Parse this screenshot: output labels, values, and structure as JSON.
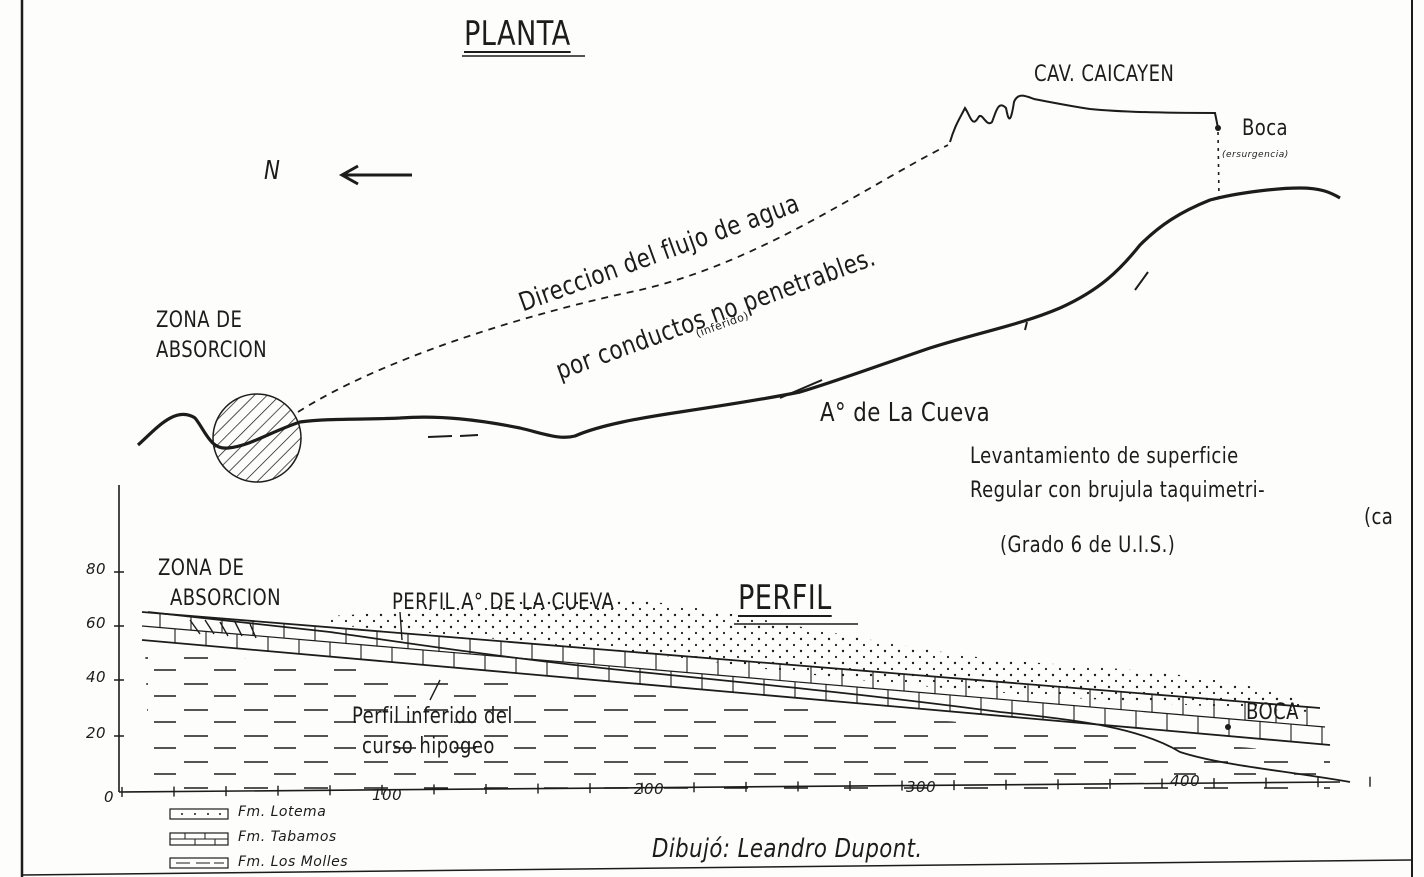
{
  "plan": {
    "title": "PLANTA",
    "north_label": "N",
    "cave_name": "CAV. CAICAYEN",
    "entrance": "Boca",
    "entrance_note": "(ersurgencia)",
    "flow_line1": "Direccion del flujo de agua",
    "flow_line2": "por conductos no penetrables.",
    "flow_note": "(inferido)",
    "absorption_zone_line1": "ZONA DE",
    "absorption_zone_line2": "ABSORCION",
    "stream_name": "A° de La Cueva",
    "survey_line1": "Levantamiento de superficie",
    "survey_line2": "Regular con brujula taquimetri-",
    "survey_line3": "(ca",
    "survey_grade": "(Grado 6 de U.I.S.)"
  },
  "profile": {
    "title": "PERFIL",
    "absorption_zone_line1": "ZONA DE",
    "absorption_zone_line2": "ABSORCION",
    "stream_profile": "PERFIL A° DE LA CUEVA",
    "inferred_line1": "Perfil inferido del",
    "inferred_line2": "curso hipogeo",
    "entrance": "BOCA",
    "y_ticks": [
      "80",
      "60",
      "40",
      "20",
      "0"
    ],
    "x_ticks": [
      "100",
      "200",
      "300",
      "400"
    ]
  },
  "legend": [
    {
      "label": "Fm. Lotema",
      "pattern": "dotted"
    },
    {
      "label": "Fm. Tabamos",
      "pattern": "brick"
    },
    {
      "label": "Fm. Los Molles",
      "pattern": "dashed"
    }
  ],
  "credit": "Dibujó: Leandro Dupont.",
  "colors": {
    "ink": "#1c1c1c",
    "paper": "#fdfdfb"
  }
}
